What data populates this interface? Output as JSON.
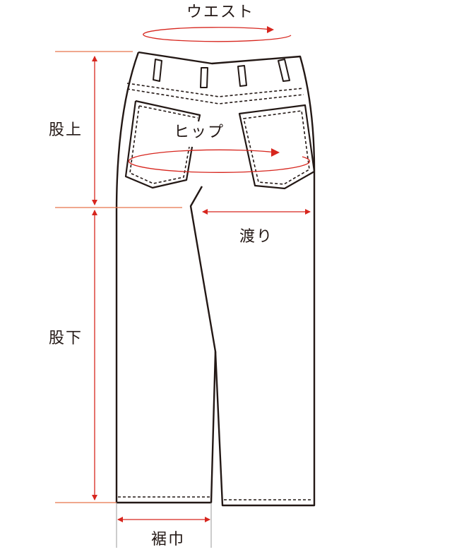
{
  "labels": {
    "waist": "ウエスト",
    "rise": "股上",
    "hip": "ヒップ",
    "thigh": "渡り",
    "inseam": "股下",
    "hem": "裾巾"
  },
  "colors": {
    "outline": "#231815",
    "measure": "#d7261e",
    "guide": "#e8734a"
  }
}
